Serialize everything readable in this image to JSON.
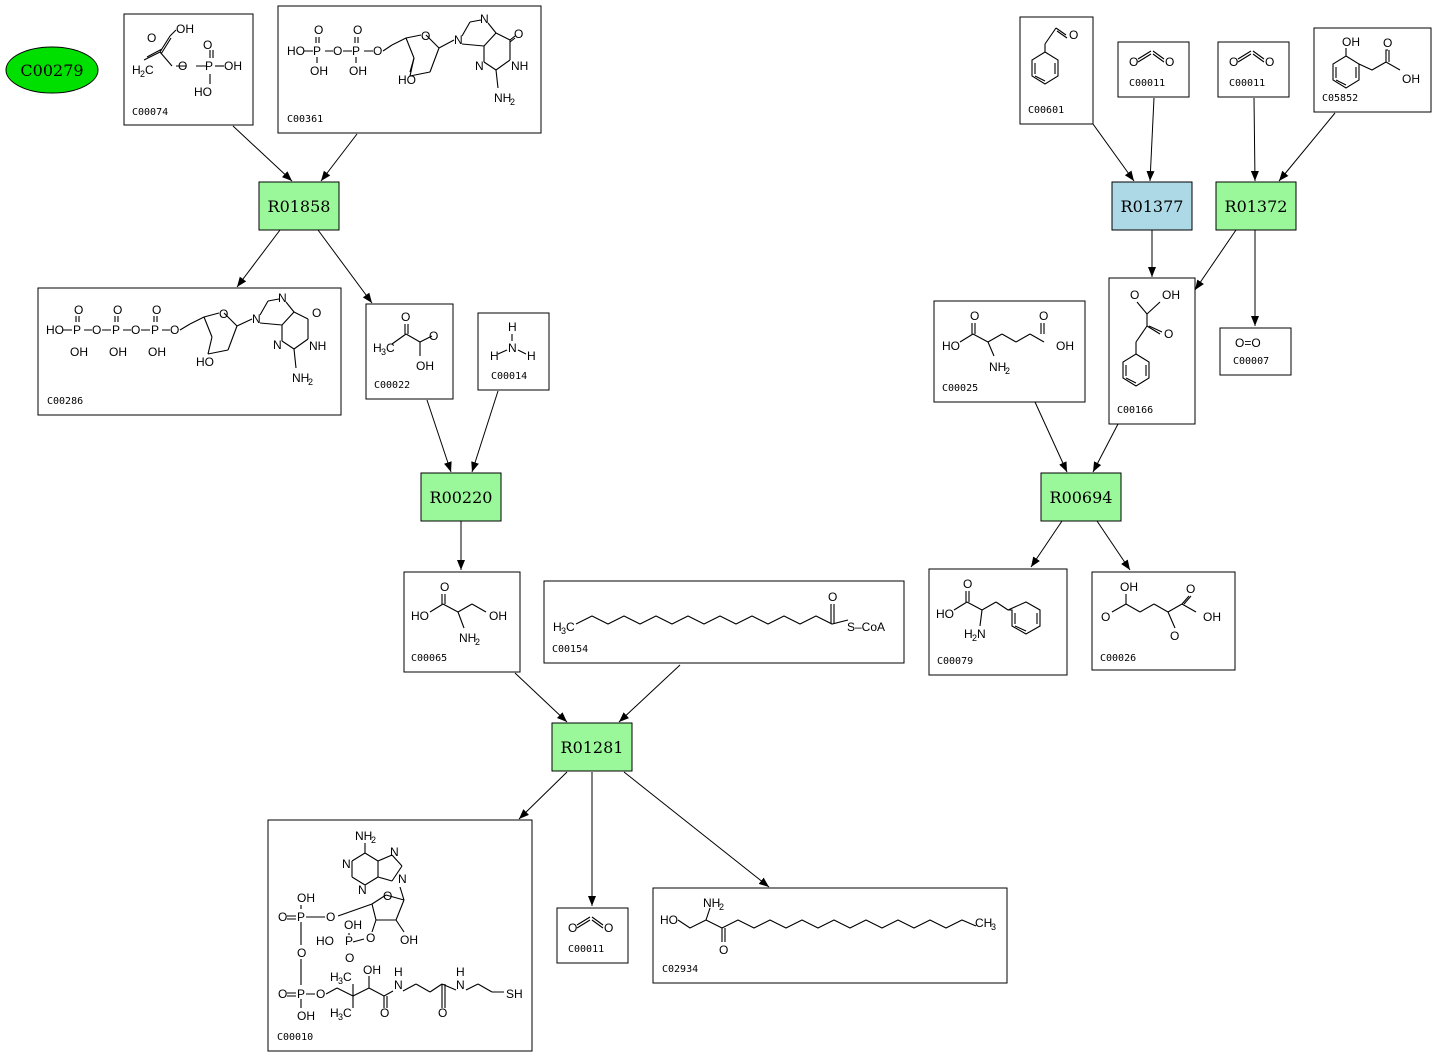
{
  "colors": {
    "reaction_green": "#9af89a",
    "reaction_blue": "#add8e6",
    "start_compound": "#00e000"
  },
  "start_compound": {
    "id": "C00279"
  },
  "reactions": [
    {
      "key": "R01858",
      "id": "R01858",
      "color": "green"
    },
    {
      "key": "R00220",
      "id": "R00220",
      "color": "green"
    },
    {
      "key": "R01281",
      "id": "R01281",
      "color": "green"
    },
    {
      "key": "R01377",
      "id": "R01377",
      "color": "blue"
    },
    {
      "key": "R01372",
      "id": "R01372",
      "color": "green"
    },
    {
      "key": "R00694",
      "id": "R00694",
      "color": "green"
    }
  ],
  "compounds": [
    {
      "key": "C00074",
      "id": "C00074"
    },
    {
      "key": "C00361",
      "id": "C00361"
    },
    {
      "key": "C00286",
      "id": "C00286"
    },
    {
      "key": "C00022",
      "id": "C00022"
    },
    {
      "key": "C00014",
      "id": "C00014"
    },
    {
      "key": "C00065",
      "id": "C00065"
    },
    {
      "key": "C00154",
      "id": "C00154"
    },
    {
      "key": "C00010",
      "id": "C00010"
    },
    {
      "key": "C00011a",
      "id": "C00011"
    },
    {
      "key": "C02934",
      "id": "C02934"
    },
    {
      "key": "C00601",
      "id": "C00601"
    },
    {
      "key": "C00011b",
      "id": "C00011"
    },
    {
      "key": "C00011c",
      "id": "C00011"
    },
    {
      "key": "C05852",
      "id": "C05852"
    },
    {
      "key": "C00166",
      "id": "C00166"
    },
    {
      "key": "C00007",
      "id": "C00007"
    },
    {
      "key": "C00025",
      "id": "C00025"
    },
    {
      "key": "C00079",
      "id": "C00079"
    },
    {
      "key": "C00026",
      "id": "C00026"
    }
  ],
  "edges": [
    {
      "from": "C00074",
      "to": "R01858"
    },
    {
      "from": "C00361",
      "to": "R01858"
    },
    {
      "from": "R01858",
      "to": "C00286"
    },
    {
      "from": "R01858",
      "to": "C00022"
    },
    {
      "from": "C00022",
      "to": "R00220"
    },
    {
      "from": "C00014",
      "to": "R00220"
    },
    {
      "from": "R00220",
      "to": "C00065"
    },
    {
      "from": "C00065",
      "to": "R01281"
    },
    {
      "from": "C00154",
      "to": "R01281"
    },
    {
      "from": "R01281",
      "to": "C00010"
    },
    {
      "from": "R01281",
      "to": "C00011a"
    },
    {
      "from": "R01281",
      "to": "C02934"
    },
    {
      "from": "C00601",
      "to": "R01377"
    },
    {
      "from": "C00011b",
      "to": "R01377"
    },
    {
      "from": "C00011c",
      "to": "R01372"
    },
    {
      "from": "C05852",
      "to": "R01372"
    },
    {
      "from": "R01377",
      "to": "C00166"
    },
    {
      "from": "R01372",
      "to": "C00166"
    },
    {
      "from": "R01372",
      "to": "C00007"
    },
    {
      "from": "C00025",
      "to": "R00694"
    },
    {
      "from": "C00166",
      "to": "R00694"
    },
    {
      "from": "R00694",
      "to": "C00079"
    },
    {
      "from": "R00694",
      "to": "C00026"
    }
  ],
  "atoms": {
    "OH": "OH",
    "HO": "HO",
    "O": "O",
    "P": "P",
    "N": "N",
    "H": "H",
    "S": "S",
    "NH": "NH",
    "NH2": "NH",
    "H2": "H",
    "H3": "H",
    "C": "C",
    "SH": "SH",
    "SCoA": "S–CoA",
    "CH3": "CH",
    "H2N": "H",
    "three": "3",
    "two": "2",
    "OO": "O=O"
  }
}
